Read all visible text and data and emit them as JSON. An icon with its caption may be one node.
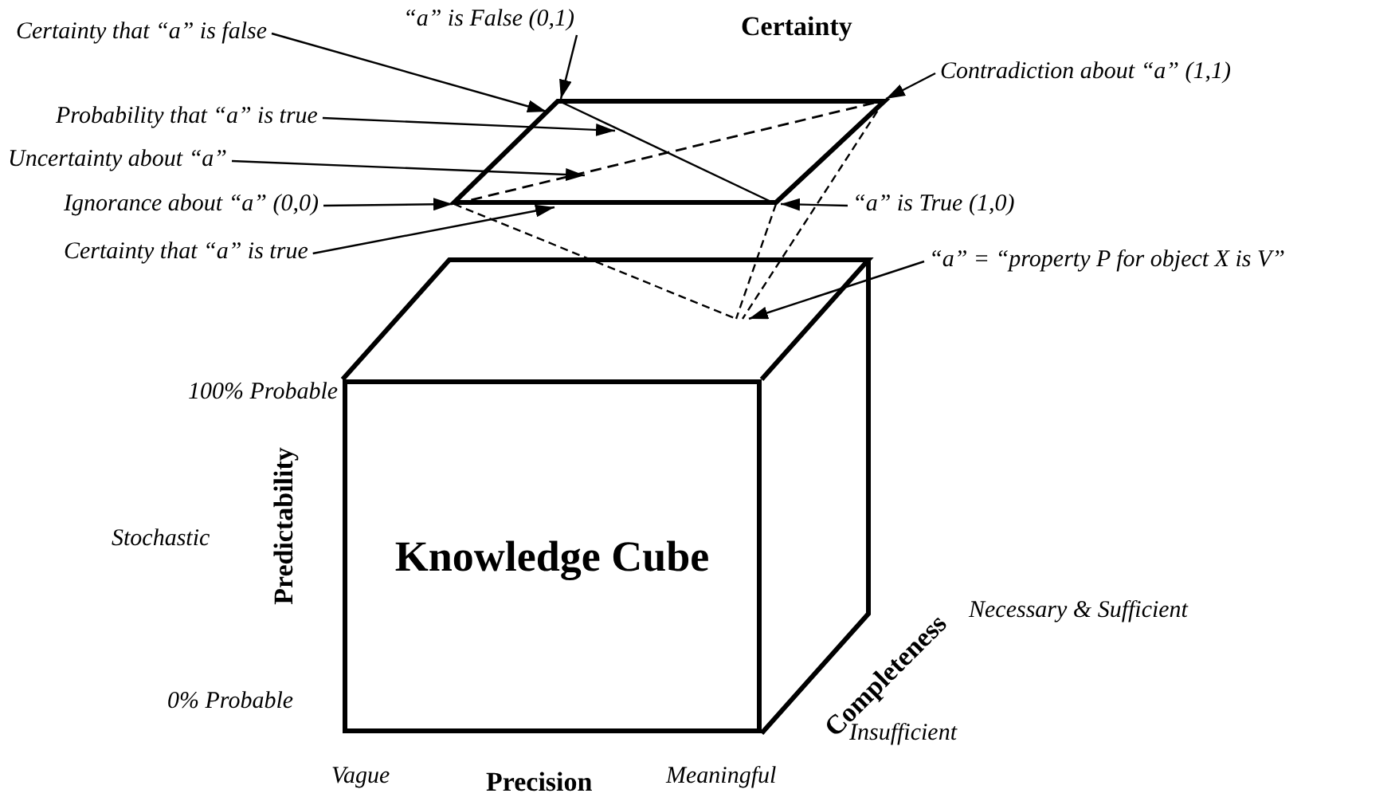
{
  "diagram": {
    "nodes": [
      {
        "text": [
          "Certainty that “a” is false"
        ]
      },
      {
        "text": [
          "“a” is False (0,1)"
        ]
      },
      {
        "text": [
          "Contradiction about “a” (1,1)"
        ]
      },
      {
        "text": [
          "Probability that “a” is true"
        ]
      },
      {
        "text": [
          "Uncertainty about “a”"
        ]
      },
      {
        "text": [],
        "shape": "parallelogram"
      },
      {
        "text": [
          "Ignorance about “a” (0,0)"
        ]
      },
      {
        "text": [
          "“a” is True (1,0)"
        ]
      },
      {
        "text": [
          "Certainty that “a” is true"
        ]
      },
      {
        "text": [
          "“a” = “property P for object X is V”"
        ]
      },
      {
        "text": [
          "Knowledge Cube"
        ]
      }
    ],
    "edges": [
      {
        "from": 0,
        "to": 5,
        "arrow": "to"
      },
      {
        "from": 1,
        "to": 5,
        "arrow": "to"
      },
      {
        "from": 2,
        "to": 5,
        "arrow": "to"
      },
      {
        "from": 3,
        "to": 5,
        "arrow": "to"
      },
      {
        "from": 4,
        "to": 5,
        "arrow": "to"
      },
      {
        "from": 6,
        "to": 5,
        "arrow": "to"
      },
      {
        "from": 7,
        "to": 5,
        "arrow": "to"
      },
      {
        "from": 8,
        "to": 5,
        "arrow": "to"
      },
      {
        "from": 9,
        "to": null,
        "arrow": "to"
      }
    ],
    "labels": [
      "Certainty",
      "100% Probable",
      "Stochastic",
      "Predictability",
      "Completeness",
      "Necessary & Sufficient",
      "0% Probable",
      "Insufficient",
      "Vague",
      "Precision",
      "Meaningful"
    ]
  }
}
